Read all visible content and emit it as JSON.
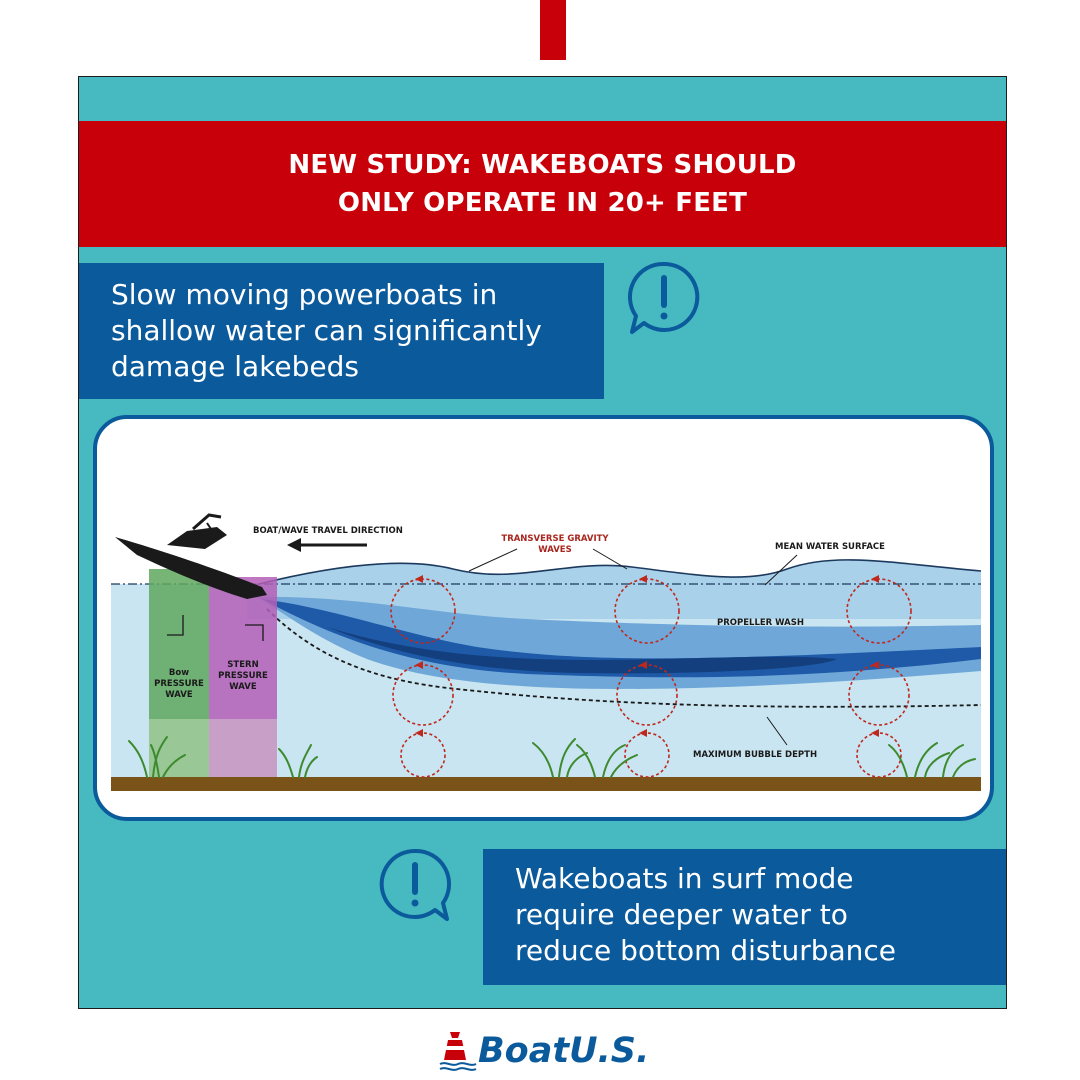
{
  "title": {
    "line1": "NEW STUDY: WAKEBOATS SHOULD",
    "line2": "ONLY OPERATE IN 20+ FEET"
  },
  "callout_top": {
    "line1": "Slow moving powerboats in",
    "line2": "shallow water can significantly",
    "line3": "damage lakebeds"
  },
  "callout_bottom": {
    "line1": "Wakeboats in surf mode",
    "line2": "require deeper water to",
    "line3": "reduce bottom disturbance"
  },
  "diagram": {
    "travel_direction": "BOAT/WAVE TRAVEL DIRECTION",
    "transverse_line1": "TRANSVERSE GRAVITY",
    "transverse_line2": "WAVES",
    "mean_surface": "MEAN WATER SURFACE",
    "propeller_wash": "PROPELLER WASH",
    "bubble_depth": "MAXIMUM BUBBLE DEPTH",
    "bow_line1": "Bow",
    "bow_line2": "PRESSURE",
    "bow_line3": "WAVE",
    "stern_line1": "STERN",
    "stern_line2": "PRESSURE",
    "stern_line3": "WAVE"
  },
  "logo": {
    "text": "BoatU.S."
  },
  "icons": {
    "alert": "alert-speech-bubble-icon",
    "buoy": "buoy-icon"
  },
  "colors": {
    "brand_red": "#c8000a",
    "brand_blue": "#0b5a9b",
    "panel_teal": "#47b9c0"
  }
}
